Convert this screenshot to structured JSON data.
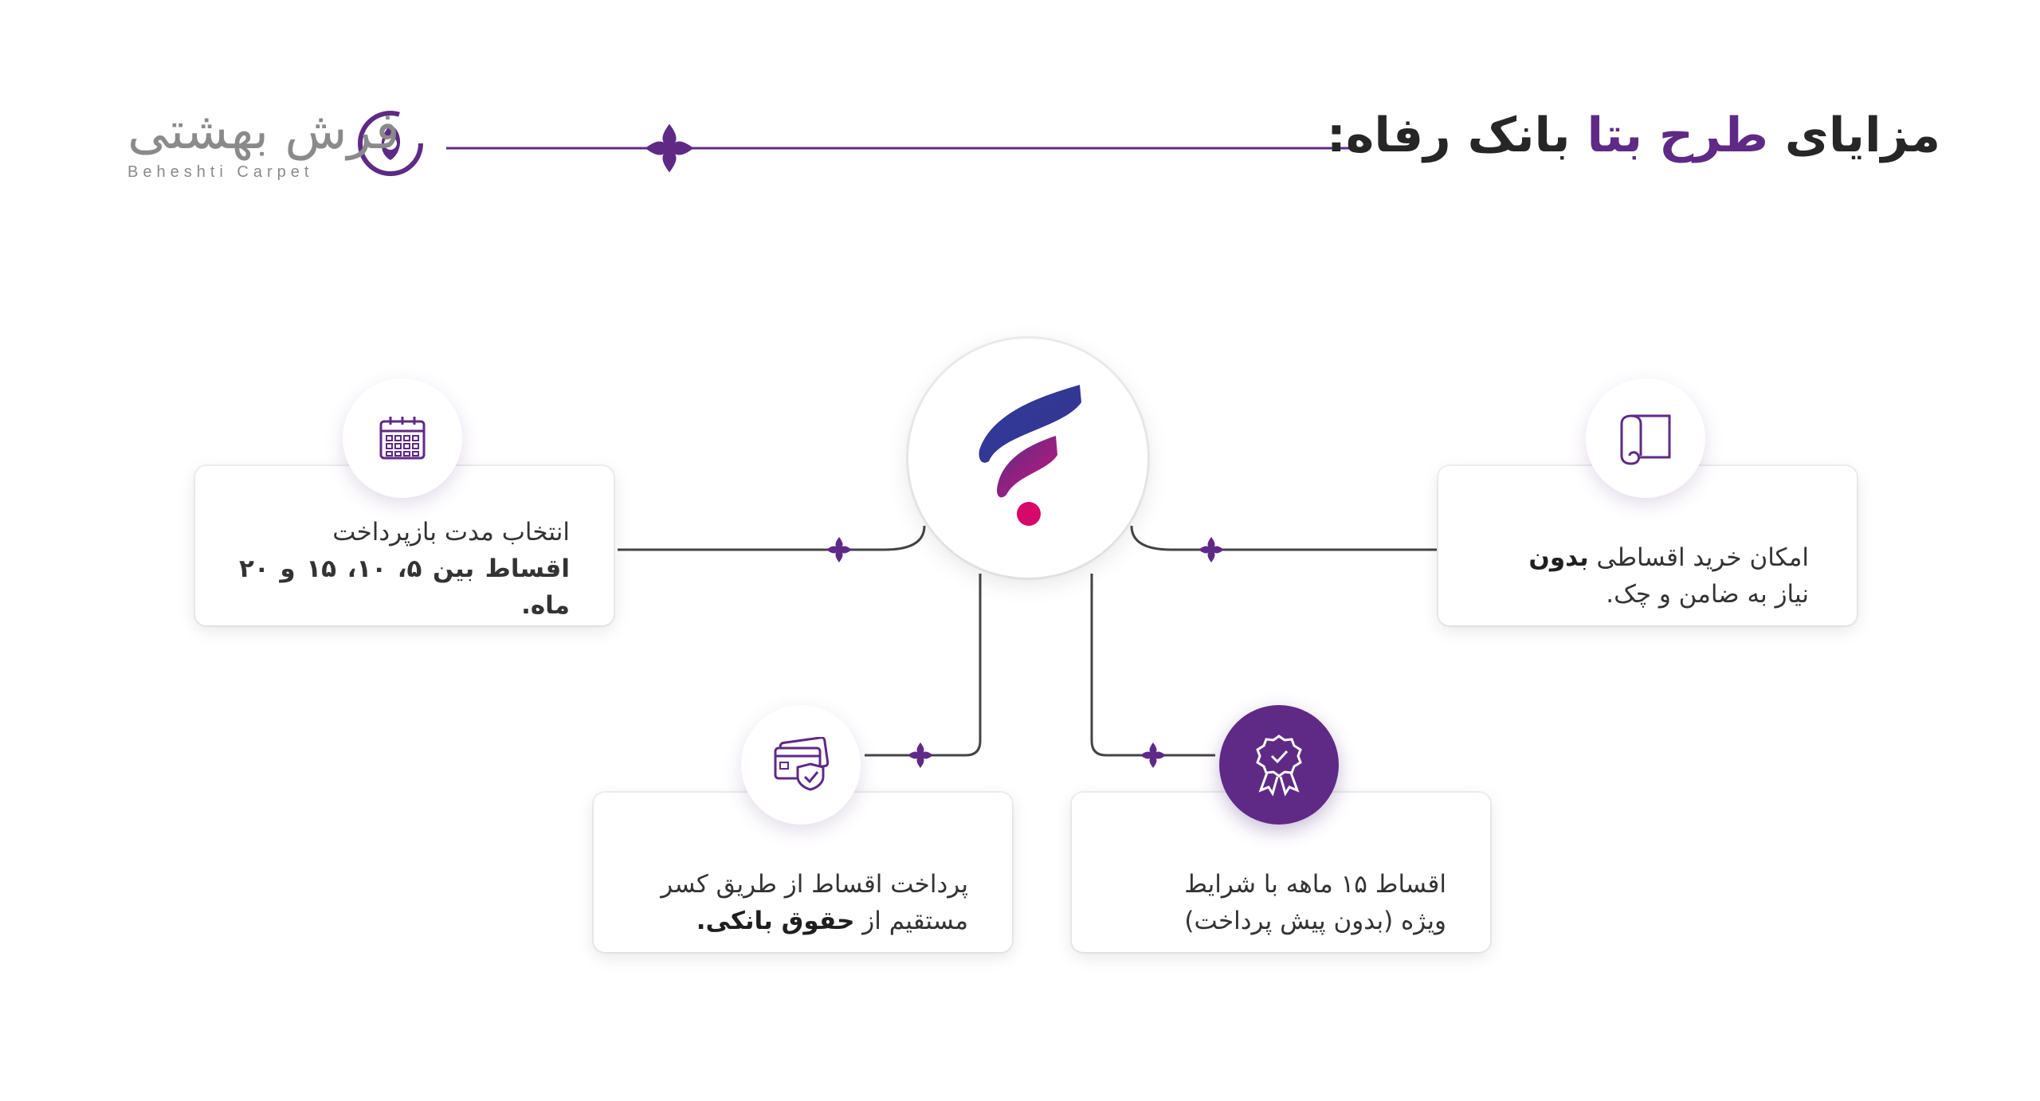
{
  "title": {
    "prefix": "مزایای",
    "accent": "طرح بتا",
    "suffix": "بانک رفاه:"
  },
  "logo": {
    "persian": "فرش بهشتی",
    "latin": "Beheshti Carpet"
  },
  "colors": {
    "brand": "#5e2a86",
    "line": "#444444",
    "bank_blue": "#2a3f9a",
    "bank_pink": "#d6086a"
  },
  "benefits": {
    "top_right": {
      "line1_a": "امکان خرید اقساطی",
      "line1_b": "بدون",
      "line2": "نیاز به ضامن و چک.",
      "icon": "carpet-roll-icon"
    },
    "top_left": {
      "line1": "انتخاب مدت بازپرداخت",
      "line2": "اقساط بین ۵، ۱۰، ۱۵ و ۲۰ ماه.",
      "icon": "calendar-icon"
    },
    "bottom_left": {
      "line1": "پرداخت اقساط از طریق کسر",
      "line2_a": "مستقیم از",
      "line2_b": "حقوق بانکی.",
      "icon": "card-shield-icon"
    },
    "bottom_right": {
      "line1": "اقساط ۱۵ ماهه با شرایط",
      "line2": "ویژه (بدون پیش پرداخت)",
      "icon": "award-badge-icon"
    }
  },
  "center_logo": {
    "icon": "refah-bank-logo-icon"
  }
}
